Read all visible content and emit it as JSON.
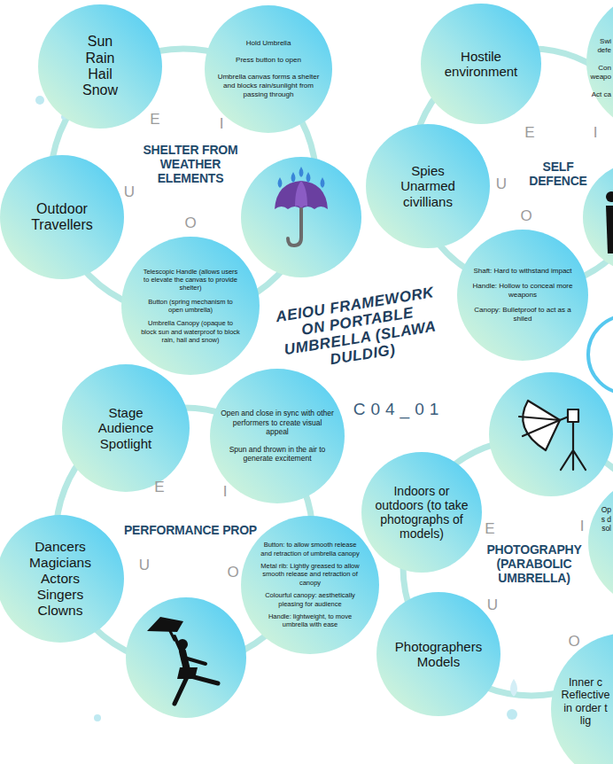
{
  "diagram": {
    "title": "AEIOU FRAMEWORK ON PORTABLE UMBRELLA (SLAWA DULDIG)",
    "nodes": [
      {
        "text": [
          "Sun Rain Hail Snow"
        ]
      },
      {
        "text": [
          "Hold Umbrella",
          "Press button to open",
          "Umbrella canvas forms a shelter and blocks rain/sunlight from passing through"
        ]
      },
      {
        "text": [
          "Hostile environment"
        ]
      },
      {
        "text": [
          "Swi defe",
          "Con weapo",
          "Act ca"
        ]
      },
      {
        "text": [
          "Outdoor Travellers"
        ]
      },
      {
        "text": [
          "Spies Unarmed civillians"
        ]
      },
      {
        "text": [
          "Telescopic Handle (allows users to elevate the canvas to provide shelter)",
          "Button (spring mechanism to open umbrella)",
          "Umbrella Canopy (opaque to block sun and waterproof to block rain, hail and snow)"
        ]
      },
      {
        "text": [
          "Shaft: Hard to withstand impact",
          "Handle: Hollow to conceal more weapons",
          "Canopy: Bulletproof to act as a shiled"
        ]
      },
      {
        "text": [
          "Stage Audience Spotlight"
        ]
      },
      {
        "text": [
          "Open and close in sync with other performers to create visual appeal",
          "Spun and thrown in the air to generate excitement"
        ]
      },
      {
        "text": [
          "Indoors or outdoors (to take photographs of models)"
        ]
      },
      {
        "text": [
          "Op s d sol"
        ]
      },
      {
        "text": [
          "Dancers Magicians Actors Singers Clowns"
        ]
      },
      {
        "text": [
          "Button: to allow smooth release and retraction of umbrella canopy",
          "Metal rib: Lightly greased to allow smooth release and retraction of canopy",
          "Colourful canopy: aesthetically pleasing for audience",
          "Handle: lightweight, to move umbrella with ease"
        ]
      },
      {
        "text": [
          "Photographers Models"
        ]
      },
      {
        "text": [
          "Inner c Reflective in order t lig"
        ]
      }
    ],
    "labels": [
      "E",
      "I",
      "E",
      "I",
      "SHELTER FROM WEATHER ELEMENTS",
      "SELF DEFENCE",
      "U",
      "U",
      "O",
      "O",
      "C04_01",
      "E",
      "I",
      "E",
      "I",
      "PERFORMANCE PROP",
      "PHOTOGRAPHY (PARABOLIC UMBRELLA)",
      "U",
      "O",
      "U",
      "O"
    ]
  }
}
